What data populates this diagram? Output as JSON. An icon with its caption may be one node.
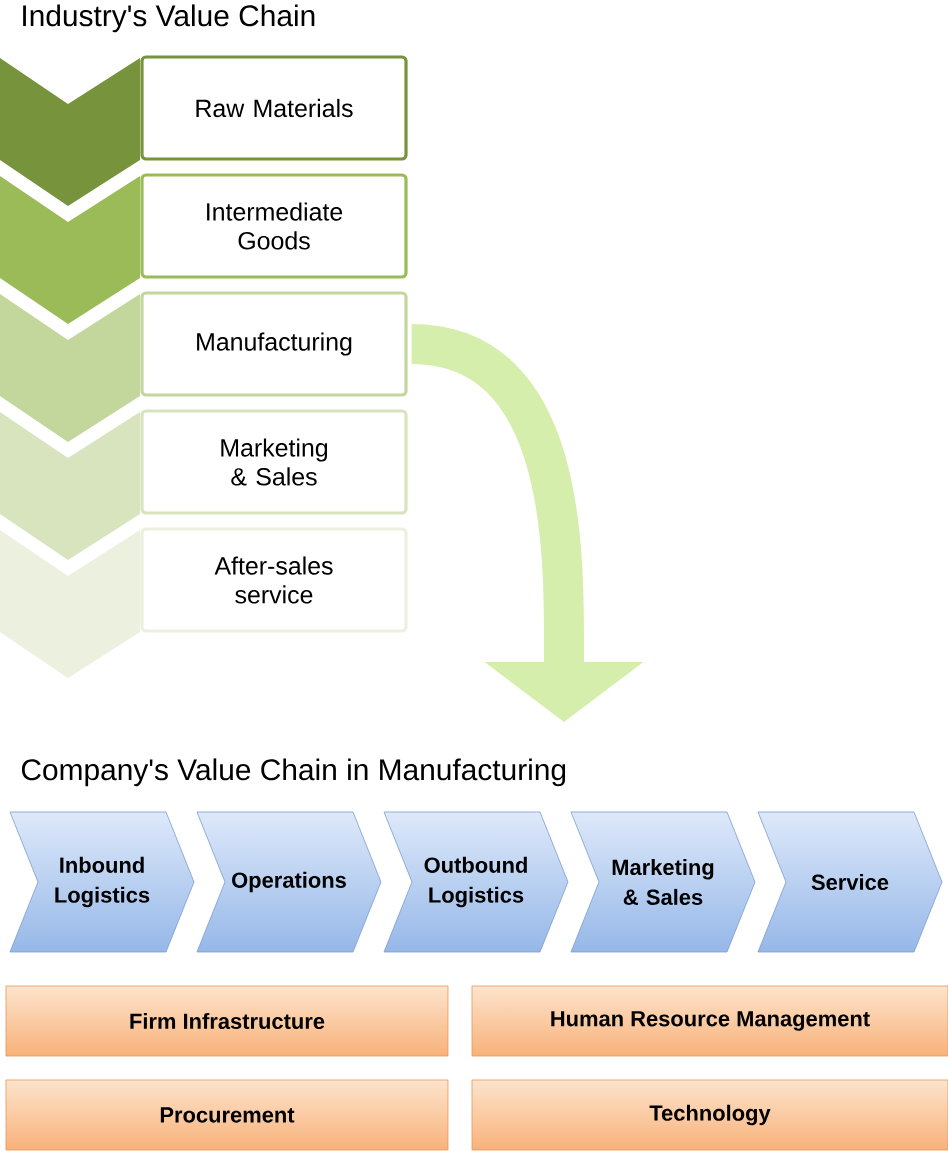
{
  "diagram": {
    "title": "Industry's Value Chain",
    "nodes": [
      {
        "text": [
          "Raw Materials"
        ]
      },
      {
        "text": [
          "Intermediate Goods"
        ]
      },
      {
        "text": [
          "Manufacturing"
        ]
      },
      {
        "text": [
          "Marketing & Sales"
        ]
      },
      {
        "text": [
          "After-sales service"
        ]
      },
      {
        "text": [
          "Company's Value Chain in Manufacturing"
        ]
      },
      {
        "text": [
          "Inbound Logistics"
        ]
      },
      {
        "text": [
          "Operations"
        ]
      },
      {
        "text": [
          "Outbound Logistics"
        ]
      },
      {
        "text": [
          "Marketing & Sales"
        ]
      },
      {
        "text": [
          "Service"
        ]
      },
      {
        "text": [
          "Firm Infrastructure"
        ]
      },
      {
        "text": [
          "Human Resource Management"
        ]
      },
      {
        "text": [
          "Procurement"
        ]
      },
      {
        "text": [
          "Technology"
        ]
      }
    ],
    "edges": [
      {
        "from": 2,
        "to": 5,
        "arrow": "to"
      }
    ]
  }
}
